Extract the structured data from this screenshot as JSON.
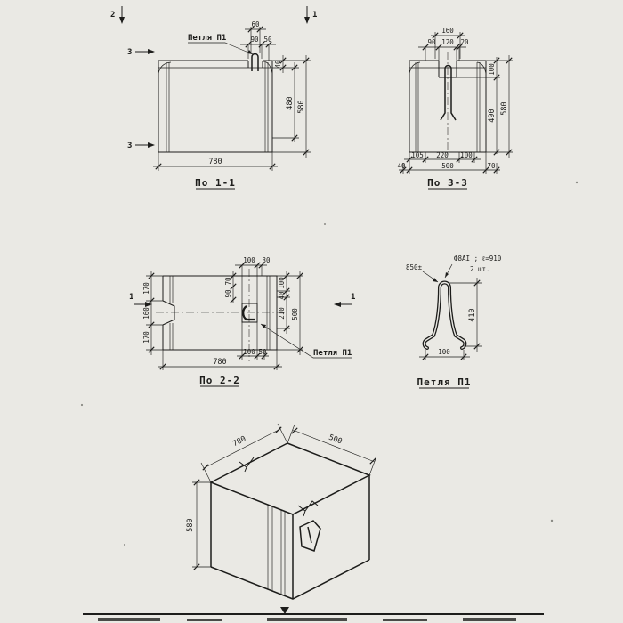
{
  "colors": {
    "paper": "#eae9e4",
    "ink": "#1d1d1b"
  },
  "view_1_1": {
    "caption": "По 1-1",
    "loop_label": "Петля П1",
    "dim_top_60": "60",
    "dim_top_90": "90",
    "dim_top_50": "50",
    "dim_right_40": "40",
    "dim_right_480": "480",
    "dim_right_580": "580",
    "dim_bottom_780": "780",
    "marker_top_left": "2",
    "marker_top_right": "1",
    "marker_left_top": "3",
    "marker_left_bottom": "3"
  },
  "view_3_3": {
    "caption": "По 3-3",
    "dim_top_160": "160",
    "dim_top_90": "90",
    "dim_top_120": "120",
    "dim_top_20": "20",
    "dim_right_100": "100",
    "dim_right_490": "490",
    "dim_right_580": "580",
    "dim_bot_105": "105",
    "dim_bot_220": "220",
    "dim_bot_100": "100",
    "dim_bot2_40": "40",
    "dim_bot2_500": "500",
    "dim_bot2_70": "70"
  },
  "view_2_2": {
    "caption": "По 2-2",
    "loop_label": "Петля П1",
    "dim_top_100": "100",
    "dim_top_30": "30",
    "dim_left_170a": "170",
    "dim_left_160": "160",
    "dim_left_170b": "170",
    "dim_mid_70": "70",
    "dim_mid_90": "90",
    "dim_right_100": "100",
    "dim_right_40": "40",
    "dim_right_210": "210",
    "dim_right_500": "500",
    "dim_bot_100": "100",
    "dim_bot_50": "50",
    "dim_bot_780": "780",
    "marker_left": "1",
    "marker_right": "1"
  },
  "loop_detail": {
    "caption": "Петля П1",
    "spec": "Ф8АI ; ℓ=910",
    "qty": "2 шт.",
    "bend_note": "850±",
    "dim_h": "410",
    "dim_w": "100"
  },
  "iso": {
    "dim_w": "780",
    "dim_d": "500",
    "dim_h": "580"
  }
}
